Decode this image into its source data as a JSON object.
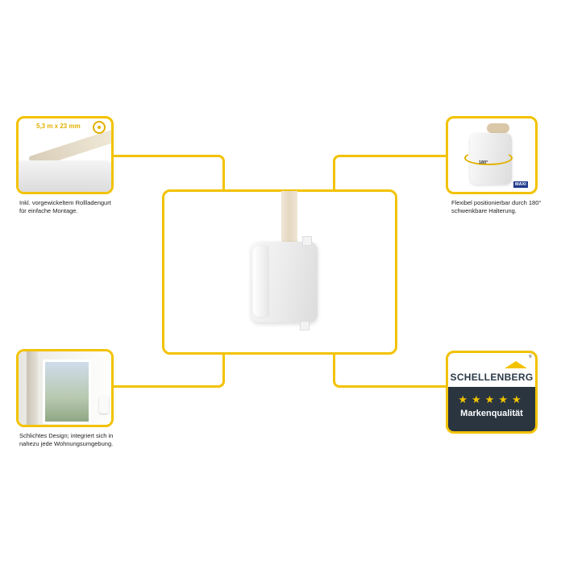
{
  "features": {
    "strap": {
      "dimension": "5,3 m x 23 mm",
      "caption": "Inkl. vorgewickeltem Rollladengurt\nfür einfache Montage."
    },
    "mount": {
      "angle": "180°",
      "badge": "MAXI",
      "caption": "Flexibel positionierbar durch 180°\nschwenkbare Halterung."
    },
    "design": {
      "caption": "Schlichtes Design; integriert sich in\nnahezu jede Wohnungsumgebung."
    }
  },
  "brand": {
    "name": "SCHELLENBERG",
    "registered": "®",
    "stars": "★★★★★",
    "quality": "Markenqualität"
  },
  "colors": {
    "accent": "#f2c200",
    "brand_dark": "#2a3540",
    "badge_blue": "#1e3a8c"
  }
}
